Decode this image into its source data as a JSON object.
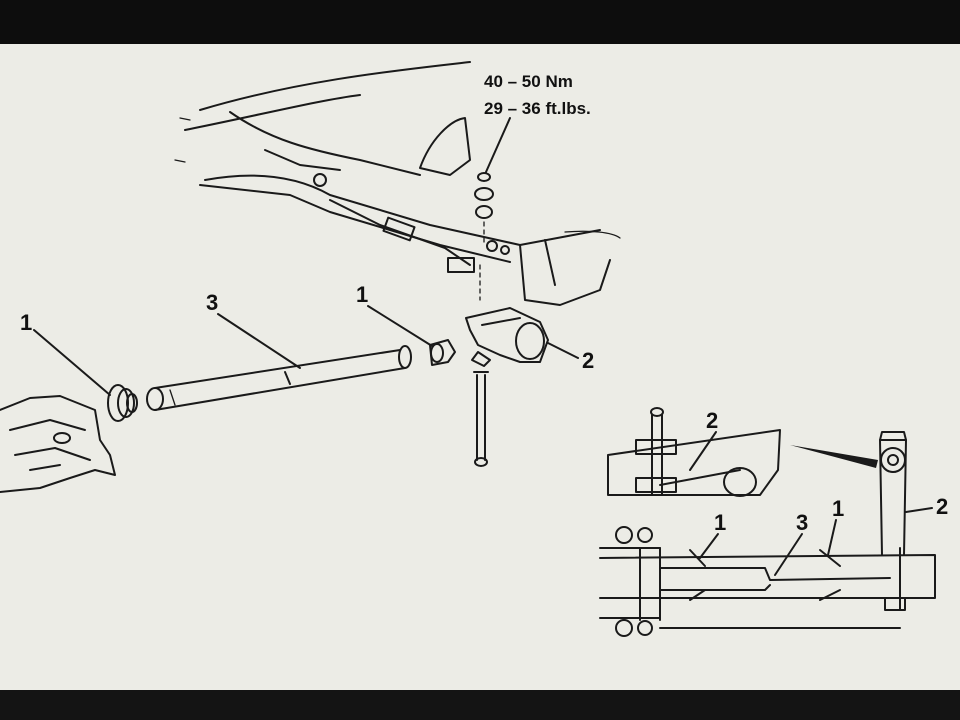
{
  "torque": {
    "nm": "40 – 50 Nm",
    "ftlbs": "29 – 36 ft.lbs."
  },
  "callouts": {
    "bushing_left": "1",
    "rod": "3",
    "bushing_right": "1",
    "bracket": "2"
  },
  "inset": {
    "bracket_top": "2",
    "bracket_side": "2",
    "rod": "3",
    "bushing_left": "1",
    "bushing_right": "1"
  }
}
